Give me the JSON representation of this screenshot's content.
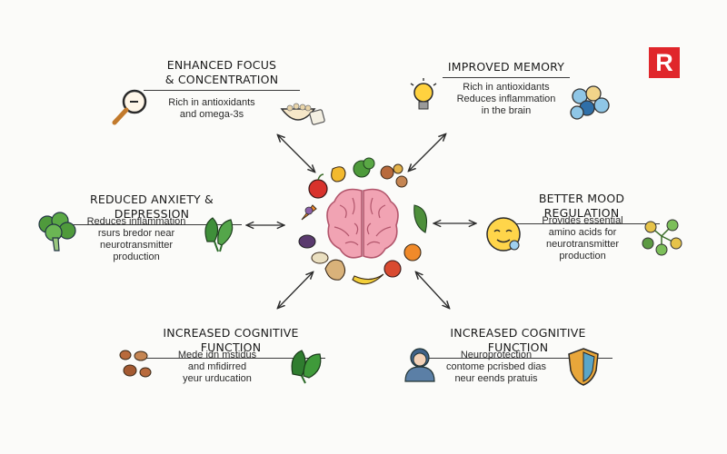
{
  "brand": {
    "logo_text": "R",
    "logo_color": "#e0262b"
  },
  "benefits": [
    {
      "title_lines": [
        "ENHANCED FOCUS",
        "& CONCENTRATION"
      ],
      "desc_lines": [
        "Rich in antioxidants",
        "and omega-3s"
      ],
      "icon": "magnifier-icon"
    },
    {
      "title_lines": [
        "IMPROVED MEMORY"
      ],
      "desc_lines": [
        "Rich in antioxidants",
        "Reduces inflammation",
        "in the brain"
      ],
      "icon": "lightbulb-icon"
    },
    {
      "title_lines": [
        "REDUCED ANXIETY & DEPRESSION"
      ],
      "desc_lines": [
        "Reduces inflammation",
        "rsurs bredor near",
        "neurotransmitter",
        "production"
      ],
      "icon": "broccoli-icon"
    },
    {
      "title_lines": [
        "BETTER MOOD REGULATION"
      ],
      "desc_lines": [
        "Provides essential",
        "amino acids for",
        "neurotransmitter",
        "production"
      ],
      "icon": "smiley-icon"
    },
    {
      "title_lines": [
        "INCREASED COGNITIVE FUNCTION"
      ],
      "desc_lines": [
        "Mede idn mstidus",
        "and mfidirred",
        "yeur urducation"
      ],
      "icon": "nuts-icon"
    },
    {
      "title_lines": [
        "INCREASED COGNITIVE FUNCTION"
      ],
      "desc_lines": [
        "Neuroprotection",
        "contome pcrisbed dias",
        "neur eends pratuis"
      ],
      "icon": "shield-icon"
    }
  ],
  "colors": {
    "brain": "#f1a3b3",
    "brain_line": "#b2566c",
    "arrow": "#2b2b2b"
  }
}
